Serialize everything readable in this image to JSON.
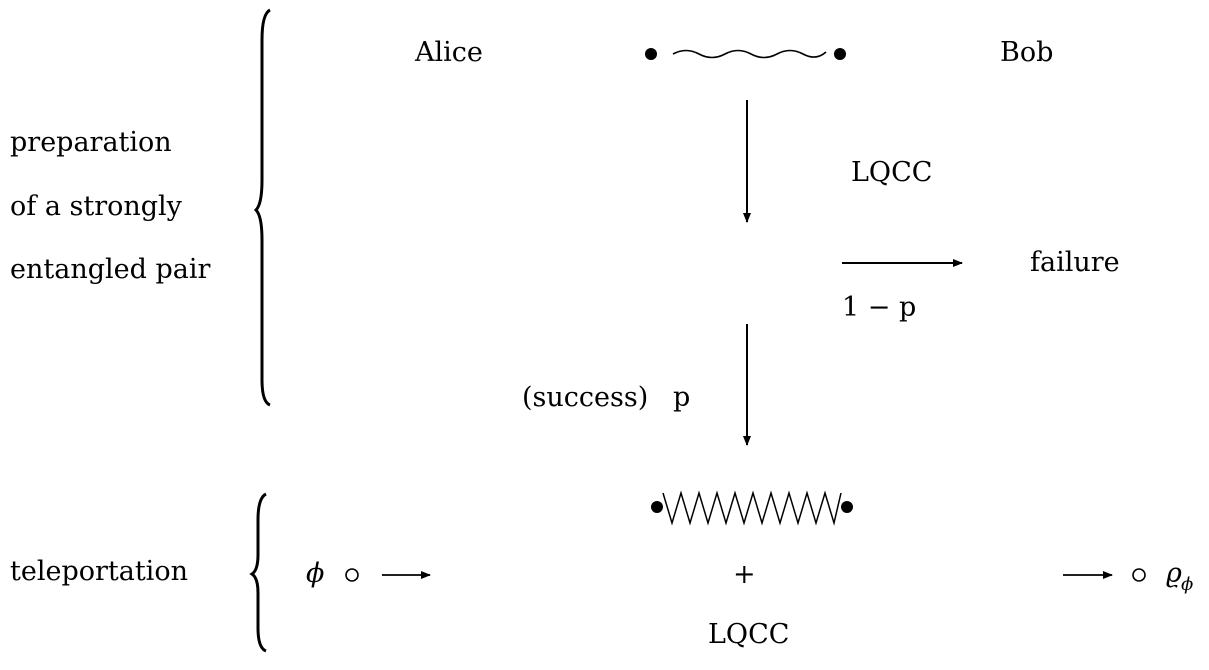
{
  "top": {
    "alice_label": "Alice",
    "bob_label": "Bob",
    "step_label": "LQCC",
    "failure_label": "failure",
    "failure_prob": "1 − p",
    "success_label": "(success)",
    "success_prob": "p"
  },
  "left": {
    "line1": "preparation",
    "line2": "of a strongly",
    "line3": "entangled pair",
    "teleportation": "teleportation"
  },
  "bottom": {
    "phi": "ϕ",
    "circle": "∘",
    "arrow": "⟶",
    "plus": "+",
    "lqcc": "LQCC",
    "rho": "ϱ",
    "rho_sub": "ϕ"
  }
}
